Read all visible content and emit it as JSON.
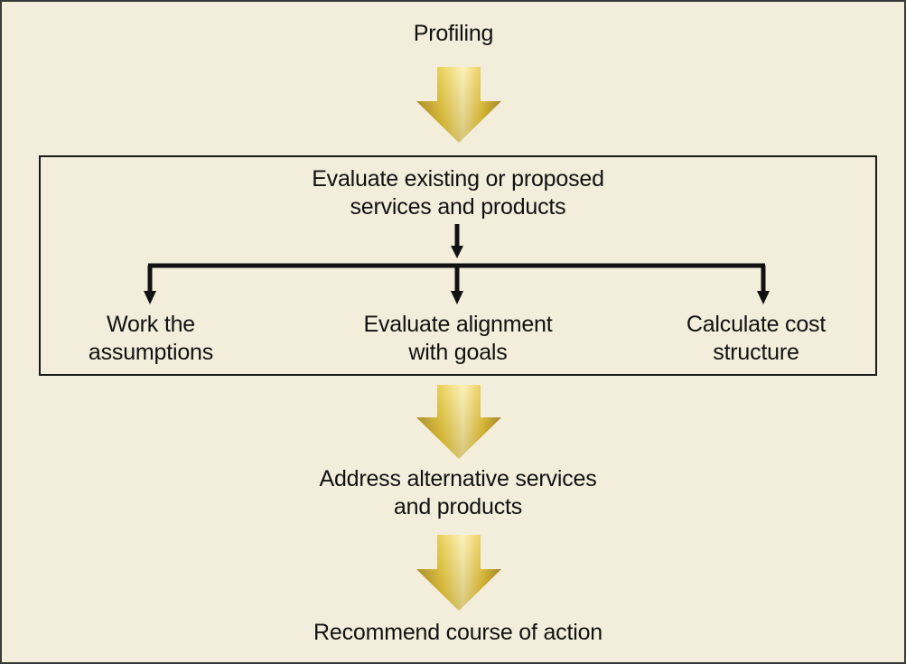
{
  "diagram": {
    "steps": {
      "profiling": "Profiling",
      "evaluate": "Evaluate existing or proposed\nservices and products",
      "address": "Address alternative services\nand products",
      "recommend": "Recommend course of action"
    },
    "branches": [
      "Work the\nassumptions",
      "Evaluate alignment\nwith goals",
      "Calculate cost\nstructure"
    ]
  },
  "colors": {
    "background": "#f3eedb",
    "arrow_gold": "#e8c62e",
    "arrow_gold_light": "#f7e79a",
    "arrow_gold_dark": "#b8920d",
    "line": "#111111"
  }
}
